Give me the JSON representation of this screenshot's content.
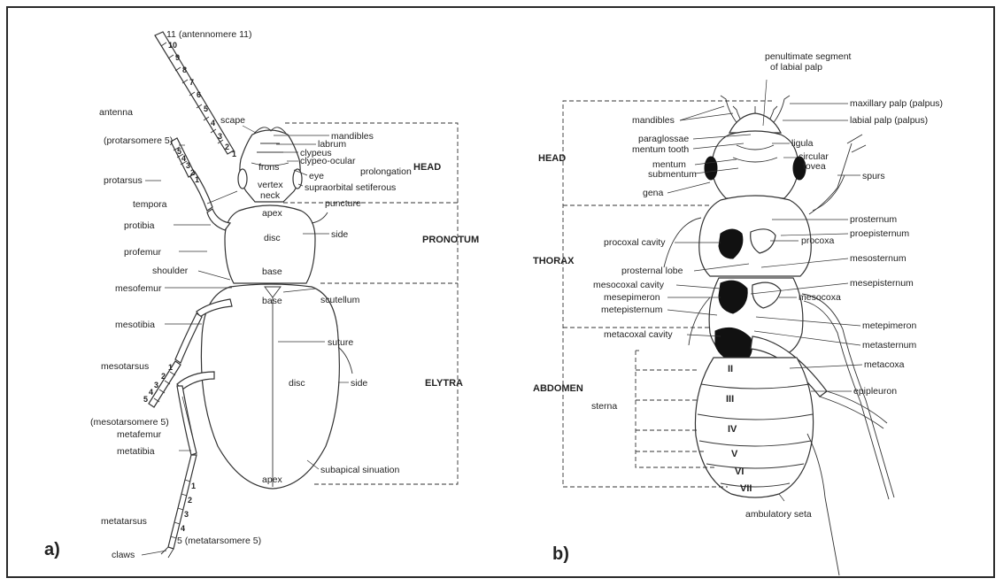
{
  "panel_a": {
    "letter": "a)",
    "regions": {
      "head": "HEAD",
      "pronotum": "PRONOTUM",
      "elytra": "ELYTRA"
    },
    "labels": {
      "antennomere": "11 (antennomere 11)",
      "antenna": "antenna",
      "scape": "scape",
      "mandibles": "mandibles",
      "labrum": "labrum",
      "clypeus": "clypeus",
      "clypeo_ocular": "clypeo-ocular",
      "prolongation": "prolongation",
      "frons": "frons",
      "eye": "eye",
      "vertex": "vertex",
      "supraorbital": "supraorbital setiferous",
      "neck": "neck",
      "puncture": "puncture",
      "protarsomere": "(protarsomere 5)",
      "protarsus": "protarsus",
      "tempora": "tempora",
      "apex_pronotum": "apex",
      "protibia": "protibia",
      "disc_pronotum": "disc",
      "side_pronotum": "side",
      "profemur": "profemur",
      "shoulder": "shoulder",
      "base_pronotum": "base",
      "mesofemur": "mesofemur",
      "base_elytra": "base",
      "scutellum": "scutellum",
      "mesotibia": "mesotibia",
      "suture": "suture",
      "mesotarsus": "mesotarsus",
      "disc_elytra": "disc",
      "side_elytra": "side",
      "mesotarsomere": "(mesotarsomere 5)",
      "metafemur": "metafemur",
      "metatibia": "metatibia",
      "subapical": "subapical sinuation",
      "apex_elytra": "apex",
      "metatarsus": "metatarsus",
      "metatarsomere": "5 (metatarsomere 5)",
      "claws": "claws"
    },
    "antenna_numbers": [
      "10",
      "9",
      "8",
      "7",
      "6",
      "5",
      "4",
      "3",
      "2",
      "1"
    ],
    "protarsus_numbers": [
      "5",
      "4",
      "3",
      "2",
      "1"
    ],
    "mesotarsus_numbers": [
      "5",
      "4",
      "3",
      "2",
      "1"
    ],
    "metatarsus_numbers": [
      "1",
      "2",
      "3",
      "4"
    ]
  },
  "panel_b": {
    "letter": "b)",
    "regions": {
      "head": "HEAD",
      "thorax": "THORAX",
      "abdomen": "ABDOMEN"
    },
    "labels": {
      "penultimate_1": "penultimate segment",
      "penultimate_2": "of labial palp",
      "maxillary": "maxillary palp (palpus)",
      "mandibles": "mandibles",
      "labial": "labial palp (palpus)",
      "paraglossae": "paraglossae",
      "ligula": "ligula",
      "mentum_tooth": "mentum tooth",
      "circular": "circular",
      "mentum": "mentum",
      "fovea": "fovea",
      "submentum": "submentum",
      "spurs": "spurs",
      "gena": "gena",
      "prosternum": "prosternum",
      "proepisternum": "proepisternum",
      "procoxal_cavity": "procoxal cavity",
      "procoxa": "procoxa",
      "prosternal_lobe": "prosternal lobe",
      "mesosternum": "mesosternum",
      "mesocoxal_cavity": "mesocoxal cavity",
      "mesepisternum": "mesepisternum",
      "mesepimeron": "mesepimeron",
      "mesocoxa": "mesocoxa",
      "metepisternum": "metepisternum",
      "metepimeron": "metepimeron",
      "metacoxal_cavity": "metacoxal cavity",
      "metasternum": "metasternum",
      "metacoxa": "metacoxa",
      "epipleuron": "epipleuron",
      "sterna": "sterna",
      "ambulatory": "ambulatory seta"
    },
    "sterna_numbers": [
      "II",
      "III",
      "IV",
      "V",
      "VI",
      "VII"
    ]
  }
}
